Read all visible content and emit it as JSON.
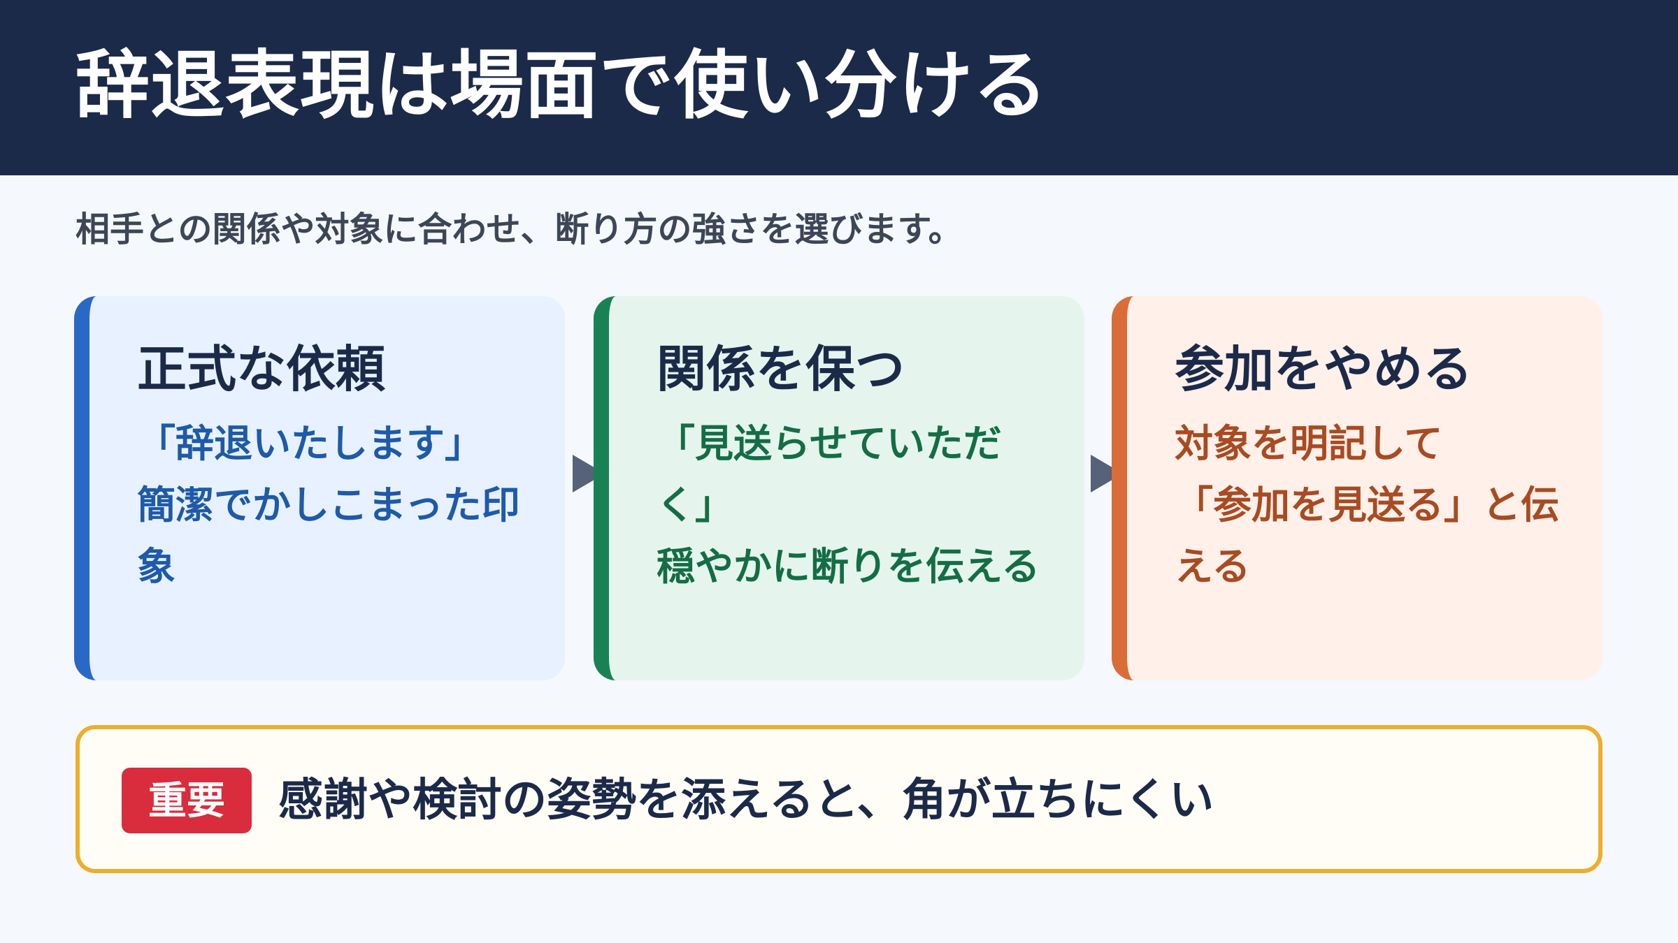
{
  "header": {
    "title": "辞退表現は場面で使い分ける"
  },
  "subtitle": "相手との関係や対象に合わせ、断り方の強さを選びます。",
  "cards": [
    {
      "title": "正式な依頼",
      "lines": [
        "「辞退いたします」",
        "簡潔でかしこまった印",
        "象"
      ],
      "accent_color": "#2a68c6"
    },
    {
      "title": "関係を保つ",
      "lines": [
        "「見送らせていただ",
        "く」",
        "穏やかに断りを伝える"
      ],
      "accent_color": "#198254"
    },
    {
      "title": "参加をやめる",
      "lines": [
        "対象を明記して",
        "「参加を見送る」と伝",
        "える"
      ],
      "accent_color": "#da6c37"
    }
  ],
  "note": {
    "badge": "重要",
    "text": "感謝や検討の姿勢を添えると、角が立ちにくい",
    "border_color": "#ecae2b",
    "badge_color": "#d92c3c"
  },
  "colors": {
    "header_bg": "#1c2a49",
    "page_bg": "#f5f8fc"
  }
}
